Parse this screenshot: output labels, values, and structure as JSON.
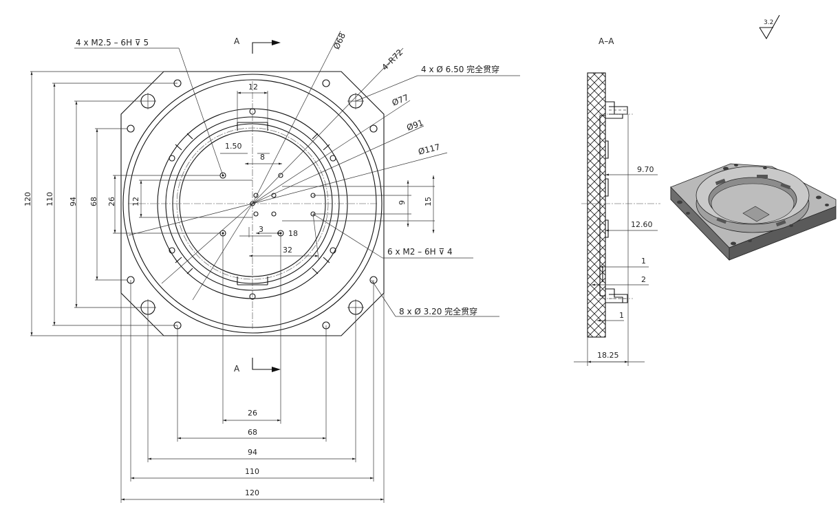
{
  "sheet": {
    "section_label_top": "A",
    "section_label_bottom": "A",
    "section_view_title": "A–A",
    "surface_roughness": "3.2"
  },
  "callouts": {
    "threaded_m25": "4 x  M2.5 – 6H ⊽ 5",
    "phi68": "Ø68",
    "r72": "4–R72",
    "through_650": "4 x  Ø 6.50 完全贯穿",
    "phi77": "Ø77",
    "phi91": "Ø91",
    "phi117": "Ø117",
    "threaded_m2": "6 x  M2 – 6H ⊽ 4",
    "through_320": "8 x  Ø 3.20 完全贯穿"
  },
  "front_dims": {
    "top_12": "12",
    "d_150": "1.50",
    "d_8": "8",
    "d_3": "3",
    "d_18": "18",
    "d_32": "32",
    "right_9": "9",
    "right_15": "15",
    "left_120": "120",
    "left_110": "110",
    "left_94": "94",
    "left_68": "68",
    "left_26": "26",
    "left_12": "12",
    "bot_26": "26",
    "bot_68": "68",
    "bot_94": "94",
    "bot_110": "110",
    "bot_120": "120"
  },
  "section_dims": {
    "d_970": "9.70",
    "d_1260": "12.60",
    "d_1a": "1",
    "d_2": "2",
    "d_1b": "1",
    "d_1825": "18.25"
  }
}
